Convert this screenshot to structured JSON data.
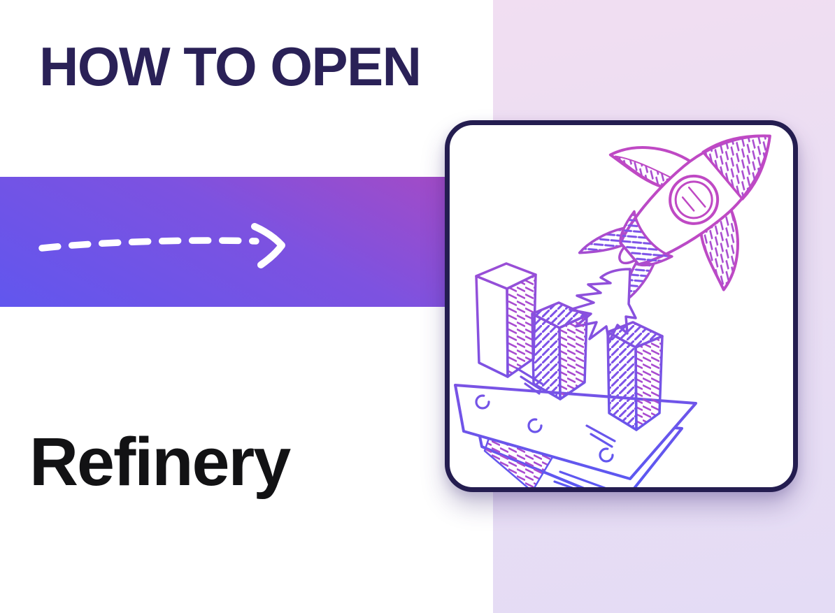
{
  "banner": {
    "title": {
      "text": "HOW TO OPEN",
      "color": "#2a2157"
    },
    "subject": {
      "text": "Refinery",
      "color": "#121214"
    },
    "gradient_band": {
      "color_bottom_left": "#6156ee",
      "color_top_right": "#a94ac2",
      "arrow": {
        "icon": "dashed-arrow-right-icon",
        "color": "#ffffff",
        "style": "hand-drawn dashes with arrowhead"
      }
    },
    "side_panel": {
      "color_top": "#f1def2",
      "color_bottom": "#e4dcf5"
    },
    "card": {
      "background": "#ffffff",
      "border_color": "#241d50",
      "illustration": {
        "name": "rocket-launch-over-bar-chart",
        "style": "hand-drawn hatched sketch",
        "stroke_color_top": "#bf49c4",
        "stroke_color_bottom": "#5a58f2",
        "elements": [
          "rocket with round window",
          "exhaust flame burst",
          "three isometric bars",
          "tilted platform sheets",
          "small circles",
          "speed lines"
        ]
      }
    }
  }
}
